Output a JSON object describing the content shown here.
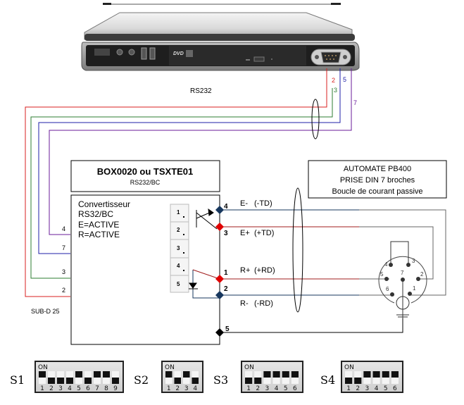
{
  "laptop": {
    "label": "laptop-side-view",
    "dvd_label": "DVD"
  },
  "rs232_label": "RS232",
  "laptop_pins": [
    {
      "pin": "2",
      "color": "#d81f1f"
    },
    {
      "pin": "3",
      "color": "#2e7d32"
    },
    {
      "pin": "5",
      "color": "#1f1fa8"
    },
    {
      "pin": "7",
      "color": "#6a1b9a"
    }
  ],
  "box": {
    "title": "BOX0020 ou TSXTE01",
    "subtitle": "RS232/BC",
    "lines": [
      "Convertisseur",
      "RS32/BC",
      "E=ACTIVE",
      "R=ACTIVE"
    ],
    "connector_label": "SUB-D 25",
    "subd_pins": [
      "4",
      "7",
      "3",
      "2"
    ],
    "terminal_labels": [
      "1",
      "2",
      "3",
      "4",
      "5"
    ]
  },
  "signals": [
    {
      "pin": "4",
      "name": "E-",
      "desc": "(-TD)"
    },
    {
      "pin": "3",
      "name": "E+",
      "desc": "(+TD)"
    },
    {
      "pin": "1",
      "name": "R+",
      "desc": "(+RD)"
    },
    {
      "pin": "2",
      "name": "R-",
      "desc": "(-RD)"
    },
    {
      "pin": "5",
      "name": "",
      "desc": ""
    }
  ],
  "automate": {
    "line1": "AUTOMATE PB400",
    "line2": "PRISE DIN 7 broches",
    "line3": "Boucle de courant passive",
    "din_pins": [
      "1",
      "2",
      "3",
      "4",
      "5",
      "6",
      "7"
    ]
  },
  "colors": {
    "red": "#d81f1f",
    "green": "#2e7d32",
    "blue": "#1f1fa8",
    "purple": "#6a1b9a",
    "navy": "#17375e",
    "dark_red": "#a01c1c",
    "diamond_blue": "#17375e",
    "diamond_red": "#e00000"
  },
  "dip_switches": [
    {
      "label": "S1",
      "on_label": "ON",
      "numbers": [
        "1",
        "2",
        "3",
        "4",
        "5",
        "6",
        "7",
        "8",
        "9"
      ],
      "states": [
        1,
        0,
        0,
        0,
        1,
        0,
        1,
        1,
        0
      ]
    },
    {
      "label": "S2",
      "on_label": "ON",
      "numbers": [
        "1",
        "2",
        "3",
        "4"
      ],
      "states": [
        1,
        0,
        1,
        0
      ]
    },
    {
      "label": "S3",
      "on_label": "ON",
      "numbers": [
        "1",
        "2",
        "3",
        "4",
        "5",
        "6"
      ],
      "states": [
        0,
        0,
        1,
        1,
        1,
        1
      ]
    },
    {
      "label": "S4",
      "on_label": "ON",
      "numbers": [
        "1",
        "2",
        "3",
        "4",
        "5",
        "6"
      ],
      "states": [
        0,
        0,
        1,
        1,
        1,
        1
      ]
    }
  ]
}
